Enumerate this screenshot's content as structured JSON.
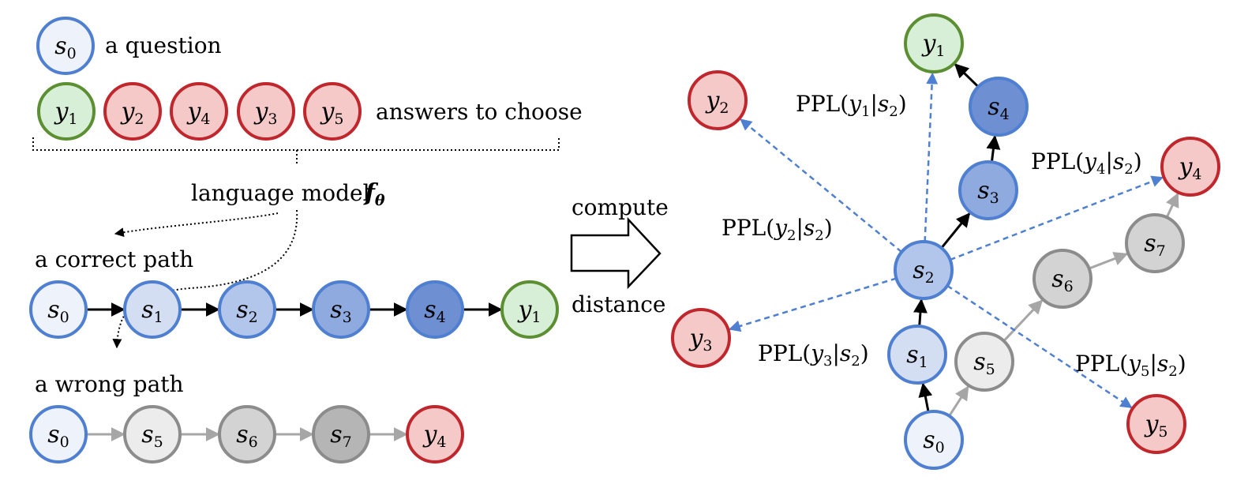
{
  "legend": {
    "question_label": "a question",
    "answers_label": "answers to choose",
    "model_label": "language model",
    "model_symbol_main": "f",
    "model_symbol_sub": "θ",
    "question_node": {
      "main": "s",
      "sub": "0"
    },
    "answer_nodes": [
      {
        "main": "y",
        "sub": "1",
        "kind": "correct"
      },
      {
        "main": "y",
        "sub": "2",
        "kind": "wrong"
      },
      {
        "main": "y",
        "sub": "4",
        "kind": "wrong"
      },
      {
        "main": "y",
        "sub": "3",
        "kind": "wrong"
      },
      {
        "main": "y",
        "sub": "5",
        "kind": "wrong"
      }
    ]
  },
  "correct_path": {
    "label": "a correct path",
    "nodes": [
      {
        "main": "s",
        "sub": "0",
        "kind": "s0"
      },
      {
        "main": "s",
        "sub": "1",
        "kind": "s1"
      },
      {
        "main": "s",
        "sub": "2",
        "kind": "s2"
      },
      {
        "main": "s",
        "sub": "3",
        "kind": "s3"
      },
      {
        "main": "s",
        "sub": "4",
        "kind": "s4"
      },
      {
        "main": "y",
        "sub": "1",
        "kind": "correct"
      }
    ]
  },
  "wrong_path": {
    "label": "a wrong path",
    "nodes": [
      {
        "main": "s",
        "sub": "0",
        "kind": "s0"
      },
      {
        "main": "s",
        "sub": "5",
        "kind": "g1"
      },
      {
        "main": "s",
        "sub": "6",
        "kind": "g2"
      },
      {
        "main": "s",
        "sub": "7",
        "kind": "g3"
      },
      {
        "main": "y",
        "sub": "4",
        "kind": "wrong"
      }
    ]
  },
  "transition": {
    "top_label": "compute",
    "bottom_label": "distance"
  },
  "graph": {
    "nodes": [
      {
        "id": "y1",
        "main": "y",
        "sub": "1",
        "kind": "correct"
      },
      {
        "id": "y2",
        "main": "y",
        "sub": "2",
        "kind": "wrong"
      },
      {
        "id": "y3",
        "main": "y",
        "sub": "3",
        "kind": "wrong"
      },
      {
        "id": "y4",
        "main": "y",
        "sub": "4",
        "kind": "wrong"
      },
      {
        "id": "y5",
        "main": "y",
        "sub": "5",
        "kind": "wrong"
      },
      {
        "id": "s0",
        "main": "s",
        "sub": "0",
        "kind": "s0"
      },
      {
        "id": "s1",
        "main": "s",
        "sub": "1",
        "kind": "s1"
      },
      {
        "id": "s2",
        "main": "s",
        "sub": "2",
        "kind": "s2"
      },
      {
        "id": "s3",
        "main": "s",
        "sub": "3",
        "kind": "s3"
      },
      {
        "id": "s4",
        "main": "s",
        "sub": "4",
        "kind": "s4"
      },
      {
        "id": "s5",
        "main": "s",
        "sub": "5",
        "kind": "g1"
      },
      {
        "id": "s6",
        "main": "s",
        "sub": "6",
        "kind": "g2"
      },
      {
        "id": "s7",
        "main": "s",
        "sub": "7",
        "kind": "g2"
      }
    ],
    "ppl_labels": [
      {
        "target": "y1",
        "prefix": "PPL(",
        "var": "y",
        "vsub": "1",
        "sep": "|",
        "cond": "s",
        "csub": "2",
        "suffix": ")"
      },
      {
        "target": "y2",
        "prefix": "PPL(",
        "var": "y",
        "vsub": "2",
        "sep": "|",
        "cond": "s",
        "csub": "2",
        "suffix": ")"
      },
      {
        "target": "y3",
        "prefix": "PPL(",
        "var": "y",
        "vsub": "3",
        "sep": "|",
        "cond": "s",
        "csub": "2",
        "suffix": ")"
      },
      {
        "target": "y4",
        "prefix": "PPL(",
        "var": "y",
        "vsub": "4",
        "sep": "|",
        "cond": "s",
        "csub": "2",
        "suffix": ")"
      },
      {
        "target": "y5",
        "prefix": "PPL(",
        "var": "y",
        "vsub": "5",
        "sep": "|",
        "cond": "s",
        "csub": "2",
        "suffix": ")"
      }
    ]
  },
  "colors": {
    "s0_fill": "#eef2fa",
    "s0_stroke": "#4f7fd1",
    "s1_fill": "#d3def2",
    "s1_stroke": "#4f7fd1",
    "s2_fill": "#b1c6ea",
    "s2_stroke": "#4f7fd1",
    "s3_fill": "#8eaadf",
    "s3_stroke": "#4f7fd1",
    "s4_fill": "#6f8fd3",
    "s4_stroke": "#4f7fd1",
    "correct_fill": "#d6efd6",
    "correct_stroke": "#5b8f32",
    "wrong_fill": "#f6c9c9",
    "wrong_stroke": "#c0272d",
    "g1_fill": "#ececec",
    "g1_stroke": "#8c8c8c",
    "g2_fill": "#d3d3d3",
    "g2_stroke": "#8c8c8c",
    "g3_fill": "#b5b5b5",
    "g3_stroke": "#8c8c8c",
    "dashed_arrow": "#4f7fd1",
    "solid_arrow": "#000000",
    "gray_arrow": "#a6a6a6"
  }
}
